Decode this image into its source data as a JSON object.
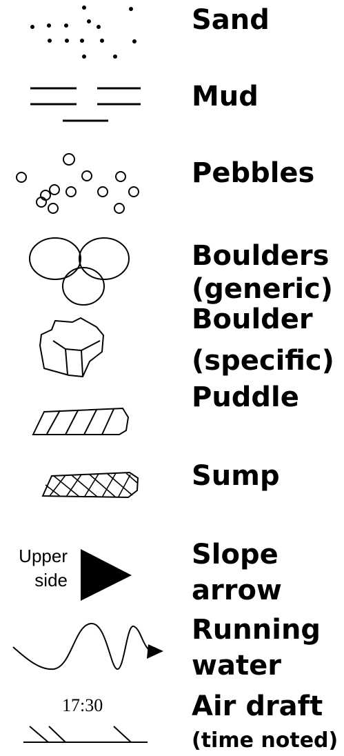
{
  "legend": {
    "items": [
      {
        "symbol": "sand-dots-icon",
        "label": "Sand"
      },
      {
        "symbol": "mud-lines-icon",
        "label": "Mud"
      },
      {
        "symbol": "pebbles-icon",
        "label": "Pebbles"
      },
      {
        "symbol": "boulders-generic-icon",
        "label_line1": "Boulders",
        "label_line2": "(generic)"
      },
      {
        "symbol": "boulder-specific-icon",
        "label_line1": "Boulder",
        "label_line2": "(specific)"
      },
      {
        "symbol": "puddle-icon",
        "label": "Puddle"
      },
      {
        "symbol": "sump-icon",
        "label": "Sump"
      },
      {
        "symbol": "slope-arrow-icon",
        "label_line1": "Slope",
        "label_line2": "arrow",
        "note_line1": "Upper",
        "note_line2": "side"
      },
      {
        "symbol": "running-water-icon",
        "label_line1": "Running",
        "label_line2": "water"
      },
      {
        "symbol": "air-draft-icon",
        "label_line1": "Air draft",
        "label_line2": "(time noted)",
        "time": "17:30"
      }
    ]
  }
}
